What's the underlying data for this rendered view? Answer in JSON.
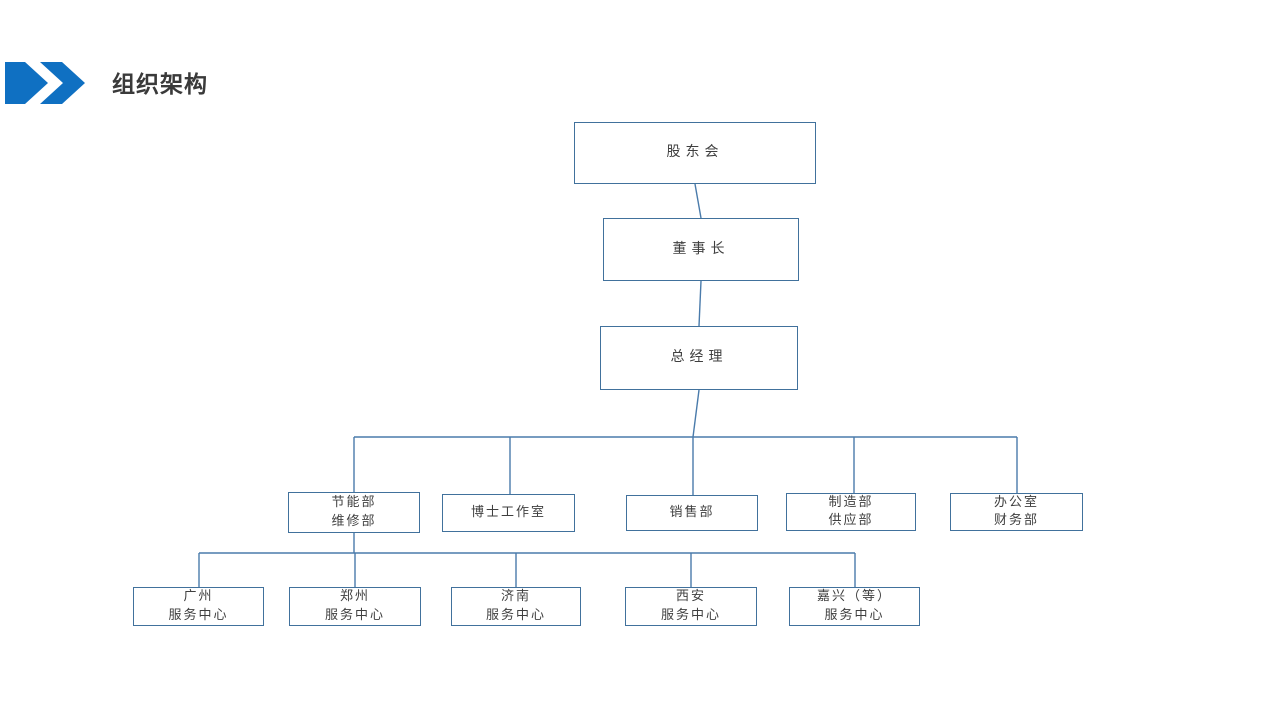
{
  "slide": {
    "title": "组织架构",
    "accent_color": "#0F70C2",
    "connector_color": "#4A7BAB",
    "box_border_color": "#41719C"
  },
  "org_chart": {
    "nodes": {
      "shareholders": {
        "line1": "股东会"
      },
      "chairman": {
        "line1": "董事长"
      },
      "general_manager": {
        "line1": "总经理"
      },
      "energy_dept": {
        "line1": "节能部",
        "line2": "维修部"
      },
      "doctor_studio": {
        "line1": "博士工作室"
      },
      "sales_dept": {
        "line1": "销售部"
      },
      "manufacturing": {
        "line1": "制造部",
        "line2": "供应部"
      },
      "office_finance": {
        "line1": "办公室",
        "line2": "财务部"
      },
      "guangzhou": {
        "line1": "广州",
        "line2": "服务中心"
      },
      "zhengzhou": {
        "line1": "郑州",
        "line2": "服务中心"
      },
      "jinan": {
        "line1": "济南",
        "line2": "服务中心"
      },
      "xian": {
        "line1": "西安",
        "line2": "服务中心"
      },
      "jiaxing": {
        "line1": "嘉兴（等）",
        "line2": "服务中心"
      }
    }
  }
}
